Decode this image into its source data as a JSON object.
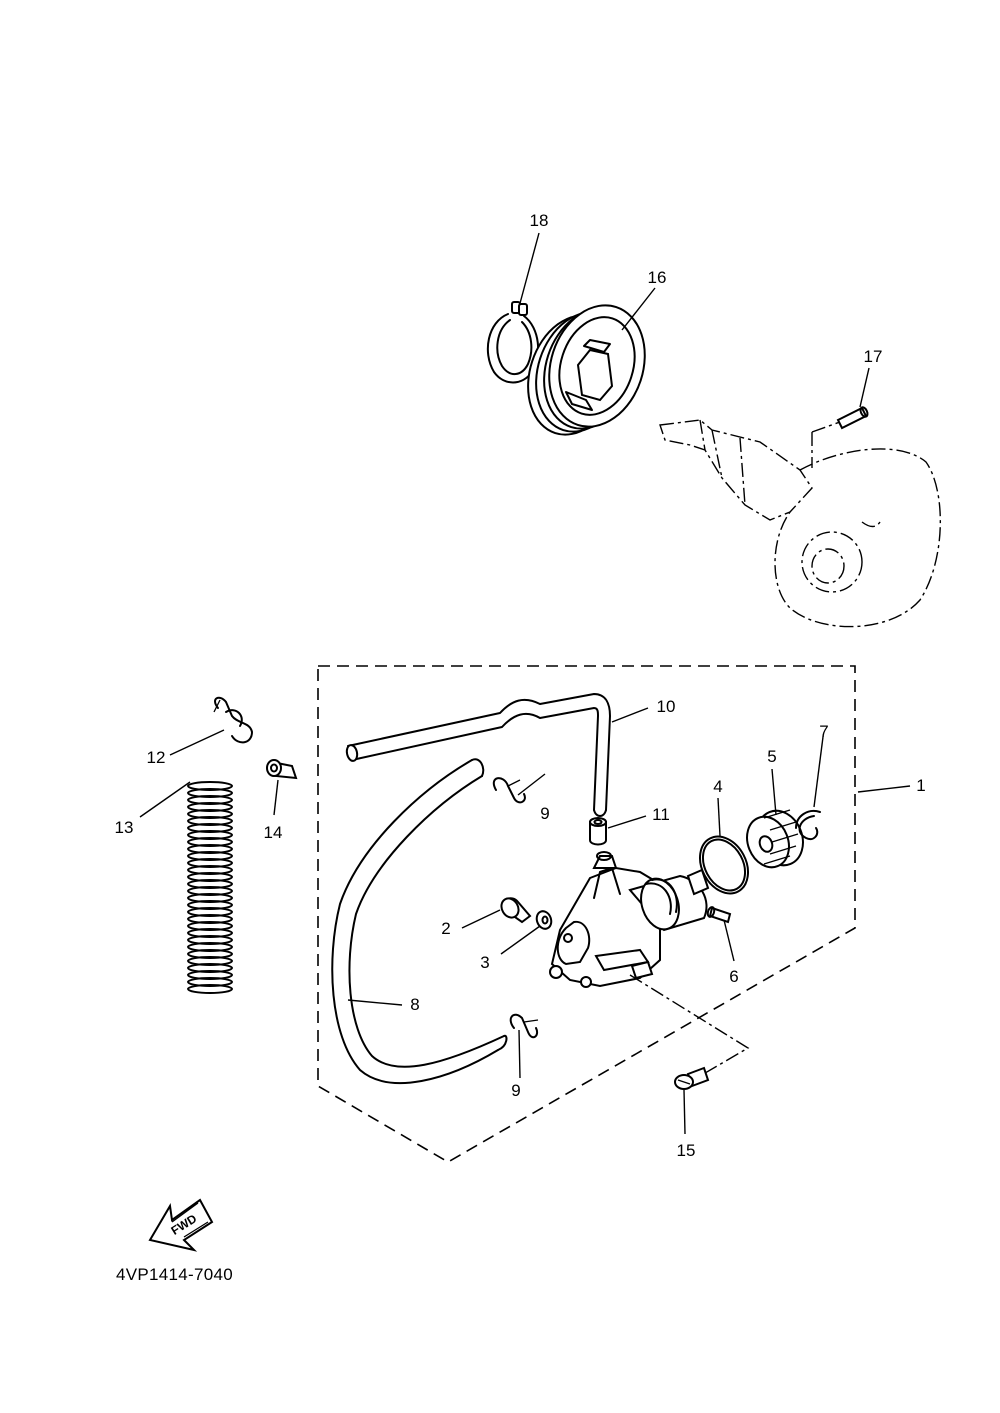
{
  "diagram": {
    "callouts": {
      "c1": "1",
      "c2": "2",
      "c3": "3",
      "c4": "4",
      "c5": "5",
      "c6": "6",
      "c7": "7",
      "c8": "8",
      "c9a": "9",
      "c9b": "9",
      "c10": "10",
      "c11": "11",
      "c12": "12",
      "c13": "13",
      "c14": "14",
      "c15": "15",
      "c16": "16",
      "c17": "17",
      "c18": "18"
    },
    "fwd_label": "FWD",
    "part_code": "4VP1414-7040"
  }
}
